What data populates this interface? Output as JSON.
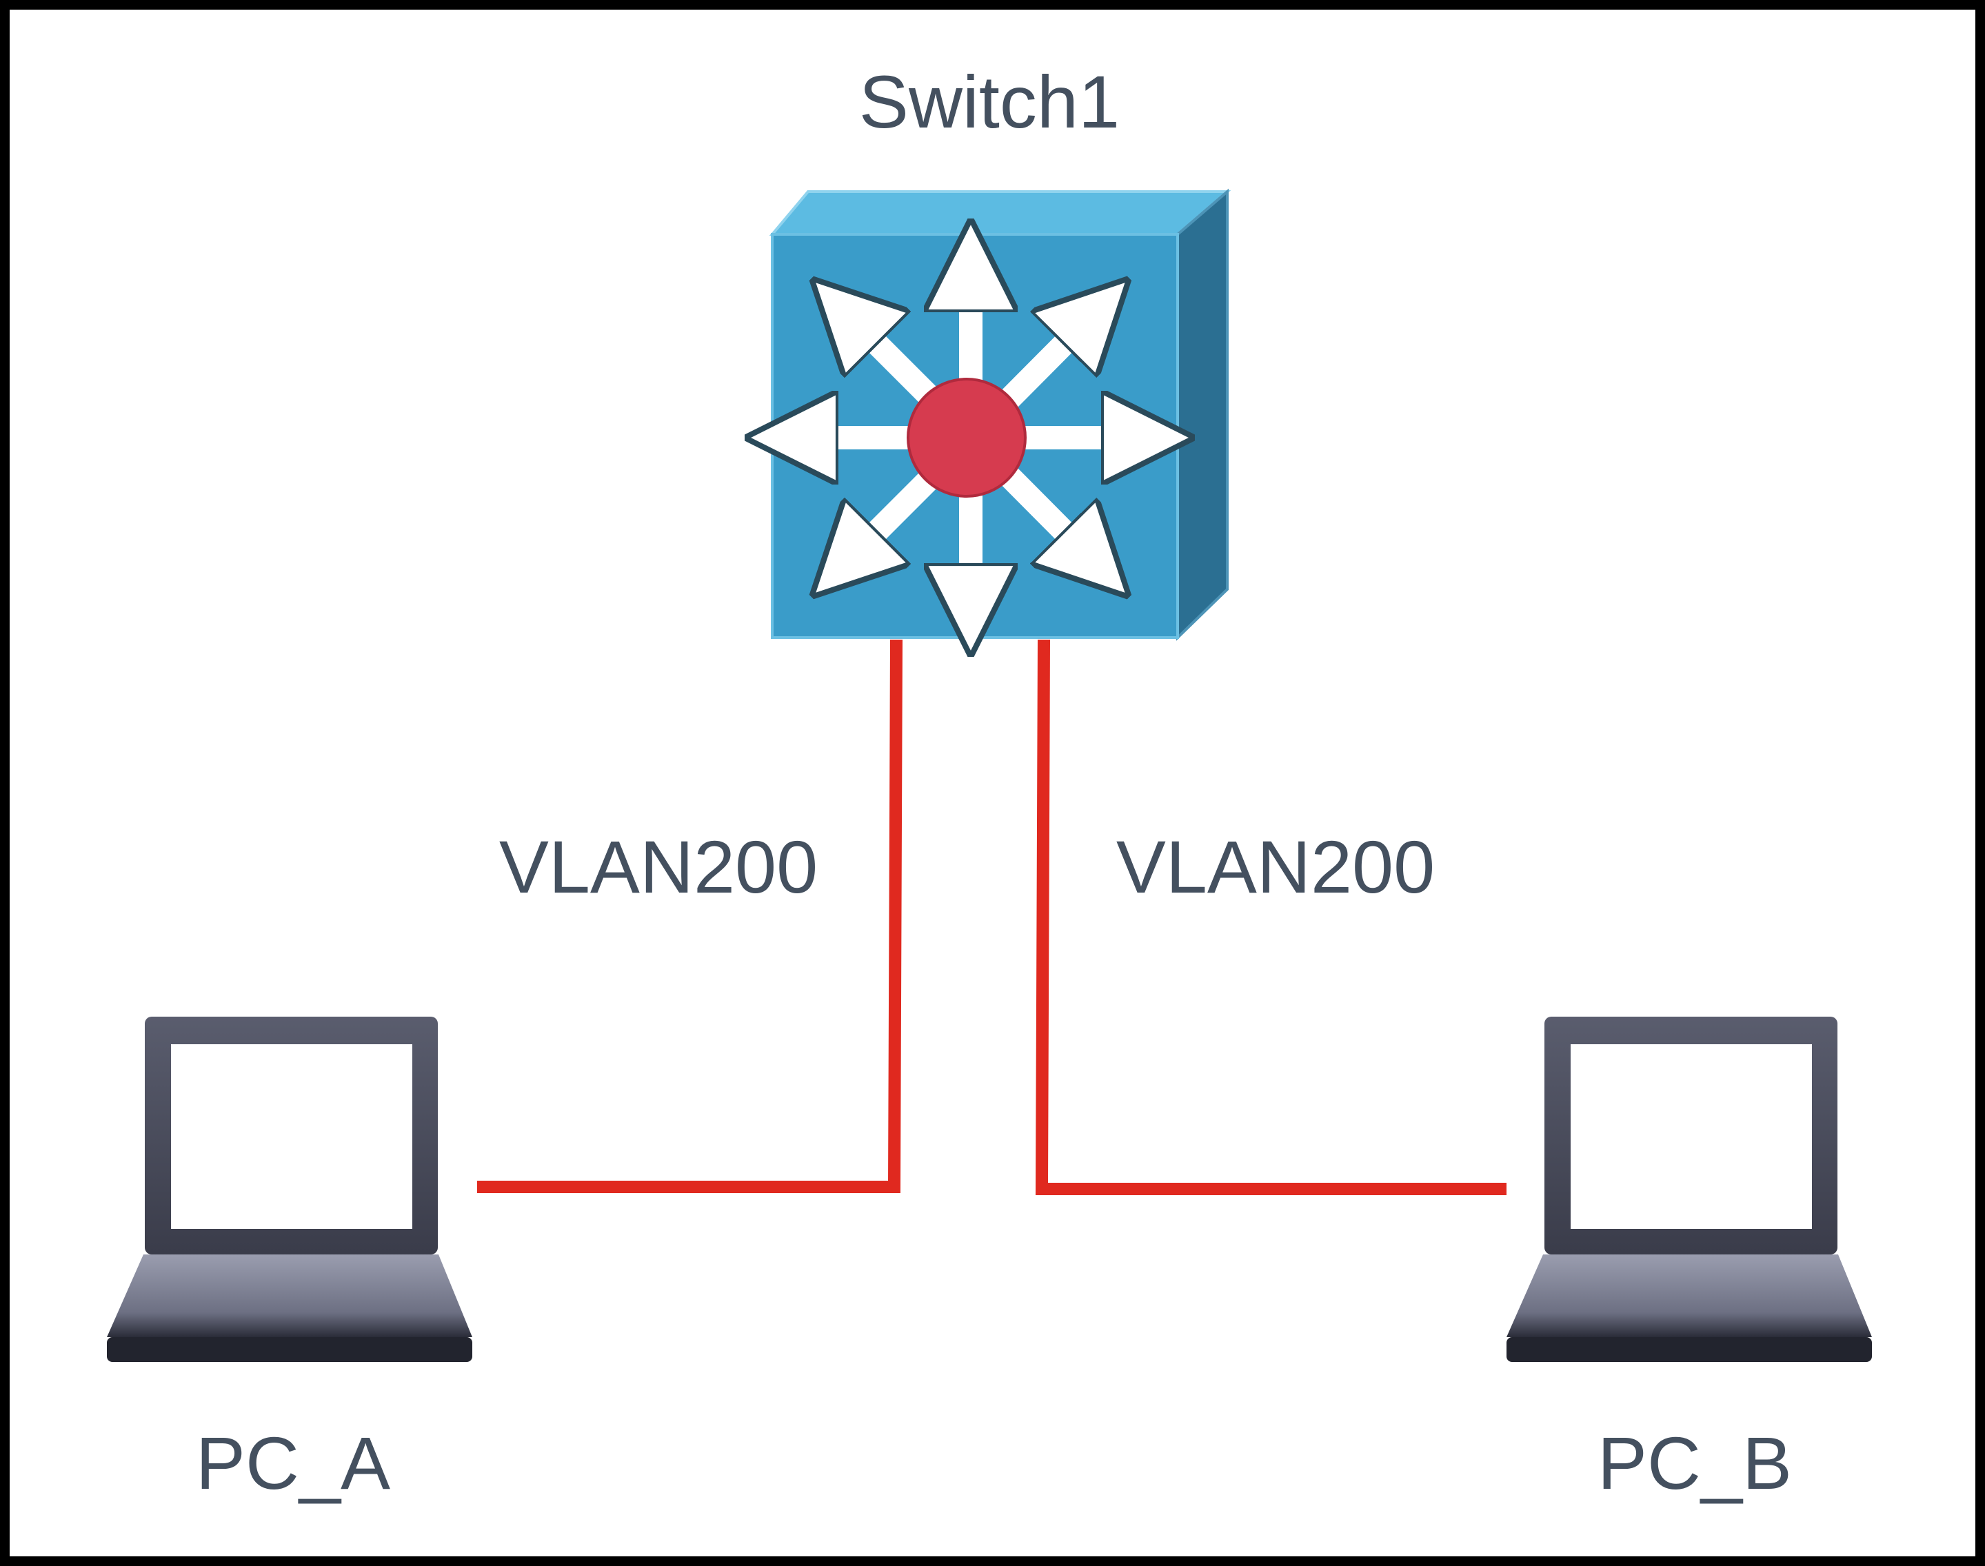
{
  "switch": {
    "label": "Switch1",
    "icon": "multilayer-switch-icon"
  },
  "links": [
    {
      "label": "VLAN200",
      "color": "#e0291f"
    },
    {
      "label": "VLAN200",
      "color": "#e0291f"
    }
  ],
  "hosts": [
    {
      "label": "PC_A",
      "icon": "laptop-icon"
    },
    {
      "label": "PC_B",
      "icon": "laptop-icon"
    }
  ],
  "colors": {
    "frame": "#000000",
    "switch_front": "#3a9cc9",
    "switch_top": "#5cbbe2",
    "switch_side": "#2b6f92",
    "switch_center": "#d63b4f",
    "laptop_frame": "#4b4e5e",
    "link": "#e0291f",
    "text": "#44505f"
  }
}
